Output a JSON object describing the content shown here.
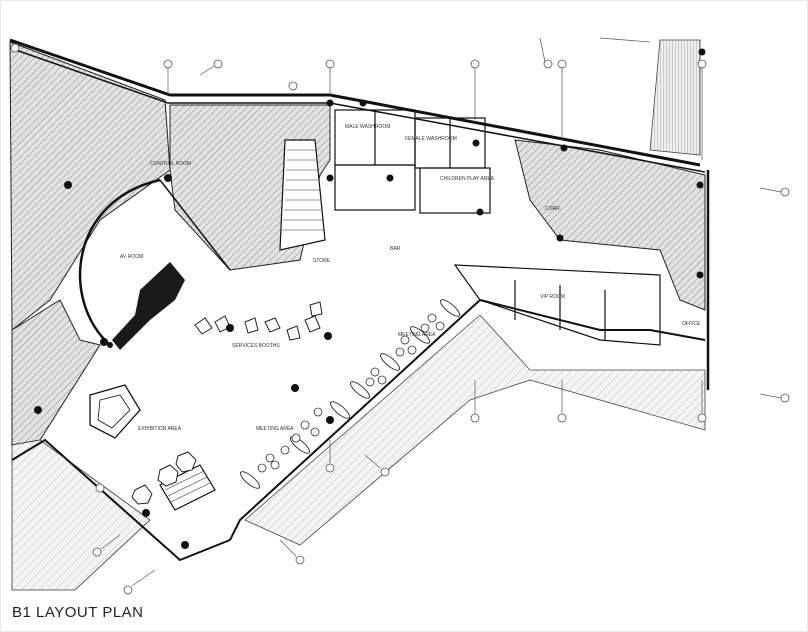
{
  "title": "B1 LAYOUT PLAN",
  "rooms": {
    "av_room": "AV ROOM",
    "control_room": "CONTROL ROOM",
    "exhibition_area": "EXHIBITION AREA",
    "services_booths": "SERVICES BOOTHS",
    "meeting_area": "MEETING AREA",
    "meeting_area_upper": "MEETING AREA",
    "store": "STORE",
    "bar": "BAR",
    "male_washroom": "MALE WASHROOM",
    "female_washroom": "FEMALE WASHROOM",
    "children_play_area": "CHILDREN PLAY AREA",
    "corridor": "CORR.",
    "office": "OFFICE",
    "vip_room": "VIP ROOM"
  }
}
